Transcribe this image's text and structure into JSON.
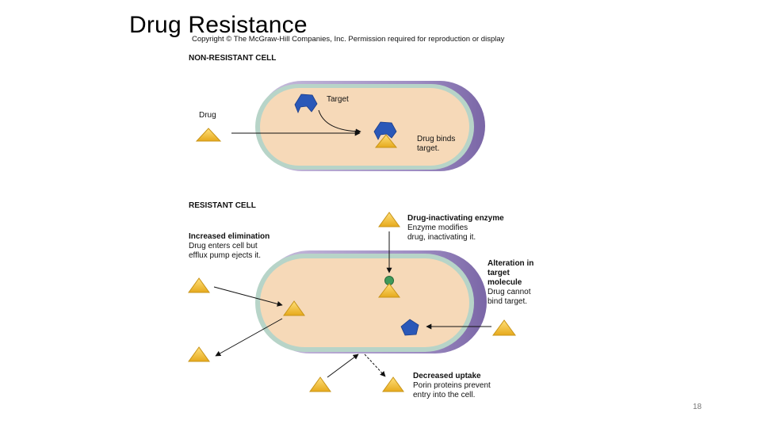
{
  "slide": {
    "title": "Drug Resistance",
    "copyright": "Copyright © The McGraw-Hill Companies, Inc. Permission required for reproduction or display",
    "page_number": "18"
  },
  "figure": {
    "non_resistant": {
      "heading": "NON-RESISTANT CELL",
      "drug_label": "Drug",
      "target_label": "Target",
      "binds_line1": "Drug binds",
      "binds_line2": "target."
    },
    "resistant": {
      "heading": "RESISTANT CELL",
      "elimination": {
        "title": "Increased elimination",
        "line1": "Drug enters cell but",
        "line2": "efflux pump ejects it."
      },
      "enzyme": {
        "title": "Drug-inactivating enzyme",
        "line1": "Enzyme modifies",
        "line2": "drug, inactivating it."
      },
      "alteration": {
        "title1": "Alteration in",
        "title2": "target",
        "title3": "molecule",
        "line1": "Drug cannot",
        "line2": "bind target."
      },
      "uptake": {
        "title": "Decreased uptake",
        "line1": "Porin proteins prevent",
        "line2": "entry into the cell."
      }
    }
  },
  "colors": {
    "cytoplasm": "#f6d9b8",
    "membrane": "#9fc7b8",
    "outer_wall": "#8a78b0",
    "drug": "#f2c232",
    "target": "#2a58b8",
    "enzyme": "#3f9a5a"
  }
}
